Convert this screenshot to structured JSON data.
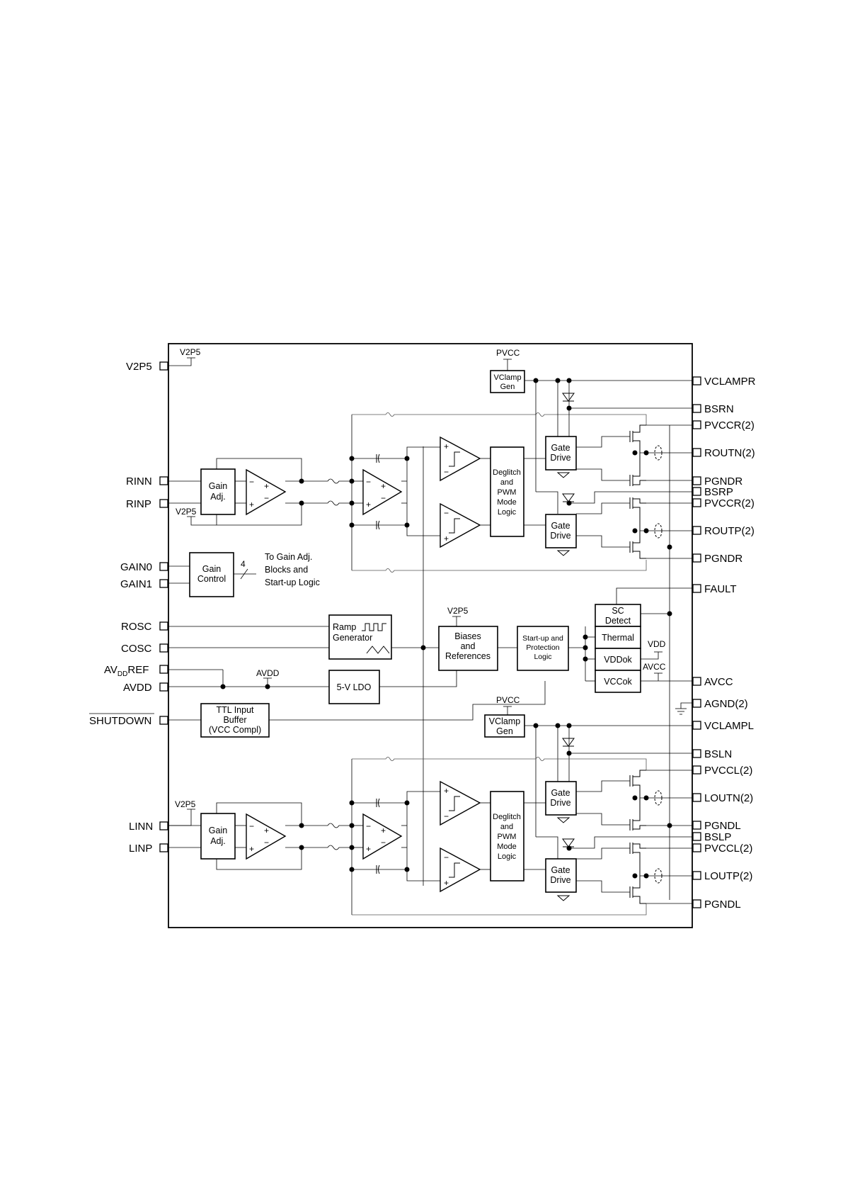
{
  "pins_left": [
    {
      "id": "v2p5",
      "label": "V2P5"
    },
    {
      "id": "rinn",
      "label": "RINN"
    },
    {
      "id": "rinp",
      "label": "RINP"
    },
    {
      "id": "gain0",
      "label": "GAIN0"
    },
    {
      "id": "gain1",
      "label": "GAIN1"
    },
    {
      "id": "rosc",
      "label": "ROSC"
    },
    {
      "id": "cosc",
      "label": "COSC"
    },
    {
      "id": "avddref_pre",
      "label": "AV"
    },
    {
      "id": "avddref_sub",
      "label": "DD"
    },
    {
      "id": "avddref_post",
      "label": "REF"
    },
    {
      "id": "avdd",
      "label": "AVDD"
    },
    {
      "id": "shutdown",
      "label": "SHUTDOWN"
    },
    {
      "id": "linn",
      "label": "LINN"
    },
    {
      "id": "linp",
      "label": "LINP"
    }
  ],
  "pins_right": [
    {
      "id": "vclampr",
      "label": "VCLAMPR"
    },
    {
      "id": "bsrn",
      "label": "BSRN"
    },
    {
      "id": "pvccr_top",
      "label": "PVCCR(2)"
    },
    {
      "id": "routn",
      "label": "ROUTN(2)"
    },
    {
      "id": "pgndr_top",
      "label": "PGNDR"
    },
    {
      "id": "bsrp",
      "label": "BSRP"
    },
    {
      "id": "pvccr_bot",
      "label": "PVCCR(2)"
    },
    {
      "id": "routp",
      "label": "ROUTP(2)"
    },
    {
      "id": "pgndr_bot",
      "label": "PGNDR"
    },
    {
      "id": "fault",
      "label": "FAULT"
    },
    {
      "id": "avcc",
      "label": "AVCC"
    },
    {
      "id": "agnd",
      "label": "AGND(2)"
    },
    {
      "id": "vclampl",
      "label": "VCLAMPL"
    },
    {
      "id": "bsln",
      "label": "BSLN"
    },
    {
      "id": "pvccl_top",
      "label": "PVCCL(2)"
    },
    {
      "id": "loutn",
      "label": "LOUTN(2)"
    },
    {
      "id": "pgndl_top",
      "label": "PGNDL"
    },
    {
      "id": "bslp",
      "label": "BSLP"
    },
    {
      "id": "pvccl_bot",
      "label": "PVCCL(2)"
    },
    {
      "id": "loutp",
      "label": "LOUTP(2)"
    },
    {
      "id": "pgndl_bot",
      "label": "PGNDL"
    }
  ],
  "internal_labels": {
    "v2p5_top": "V2P5",
    "v2p5_rin": "V2P5",
    "v2p5_bias": "V2P5",
    "v2p5_lin": "V2P5",
    "pvcc_top": "PVCC",
    "pvcc_bot": "PVCC",
    "avdd_node": "AVDD",
    "vdd_node": "VDD",
    "avcc_node": "AVCC",
    "bus_width": "4",
    "to_gain_line1": "To Gain Adj.",
    "to_gain_line2": "Blocks and",
    "to_gain_line3": "Start-up Logic"
  },
  "blocks": {
    "vclamp_top": [
      "VClamp",
      "Gen"
    ],
    "vclamp_bot": [
      "VClamp",
      "Gen"
    ],
    "gain_adj_r": [
      "Gain",
      "Adj."
    ],
    "gain_adj_l": [
      "Gain",
      "Adj."
    ],
    "gain_control": [
      "Gain",
      "Control"
    ],
    "deglitch_r": [
      "Deglitch",
      "and",
      "PWM",
      "Mode",
      "Logic"
    ],
    "deglitch_l": [
      "Deglitch",
      "and",
      "PWM",
      "Mode",
      "Logic"
    ],
    "gate_drive_r1": [
      "Gate",
      "Drive"
    ],
    "gate_drive_r2": [
      "Gate",
      "Drive"
    ],
    "gate_drive_l1": [
      "Gate",
      "Drive"
    ],
    "gate_drive_l2": [
      "Gate",
      "Drive"
    ],
    "ramp_gen": [
      "Ramp",
      "Generator"
    ],
    "biases": [
      "Biases",
      "and",
      "References"
    ],
    "startup": [
      "Start-up and",
      "Protection",
      "Logic"
    ],
    "ldo": [
      "5-V LDO"
    ],
    "ttl": [
      "TTL Input",
      "Buffer",
      "(VCC Compl)"
    ],
    "sc_detect": [
      "SC",
      "Detect"
    ],
    "thermal": [
      "Thermal"
    ],
    "vddok": [
      "VDDok"
    ],
    "vccok": [
      "VCCok"
    ]
  },
  "amp_signs": {
    "plus": "+",
    "minus": "−"
  }
}
